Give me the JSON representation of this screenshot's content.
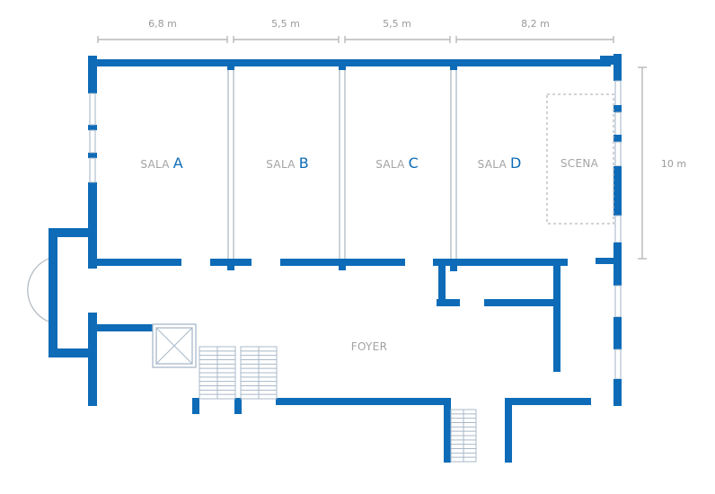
{
  "plan": {
    "dimensions": {
      "widths": [
        "6,8 m",
        "5,5 m",
        "5,5 m",
        "8,2 m"
      ],
      "height": "10 m"
    },
    "rooms": [
      {
        "prefix": "SALA",
        "letter": "A"
      },
      {
        "prefix": "SALA",
        "letter": "B"
      },
      {
        "prefix": "SALA",
        "letter": "C"
      },
      {
        "prefix": "SALA",
        "letter": "D"
      }
    ],
    "stage_label": "SCENA",
    "foyer_label": "FOYER",
    "colors": {
      "wall": "#0d6bb7",
      "label": "#a3a3a3",
      "dimension": "#b8b8b8"
    }
  }
}
